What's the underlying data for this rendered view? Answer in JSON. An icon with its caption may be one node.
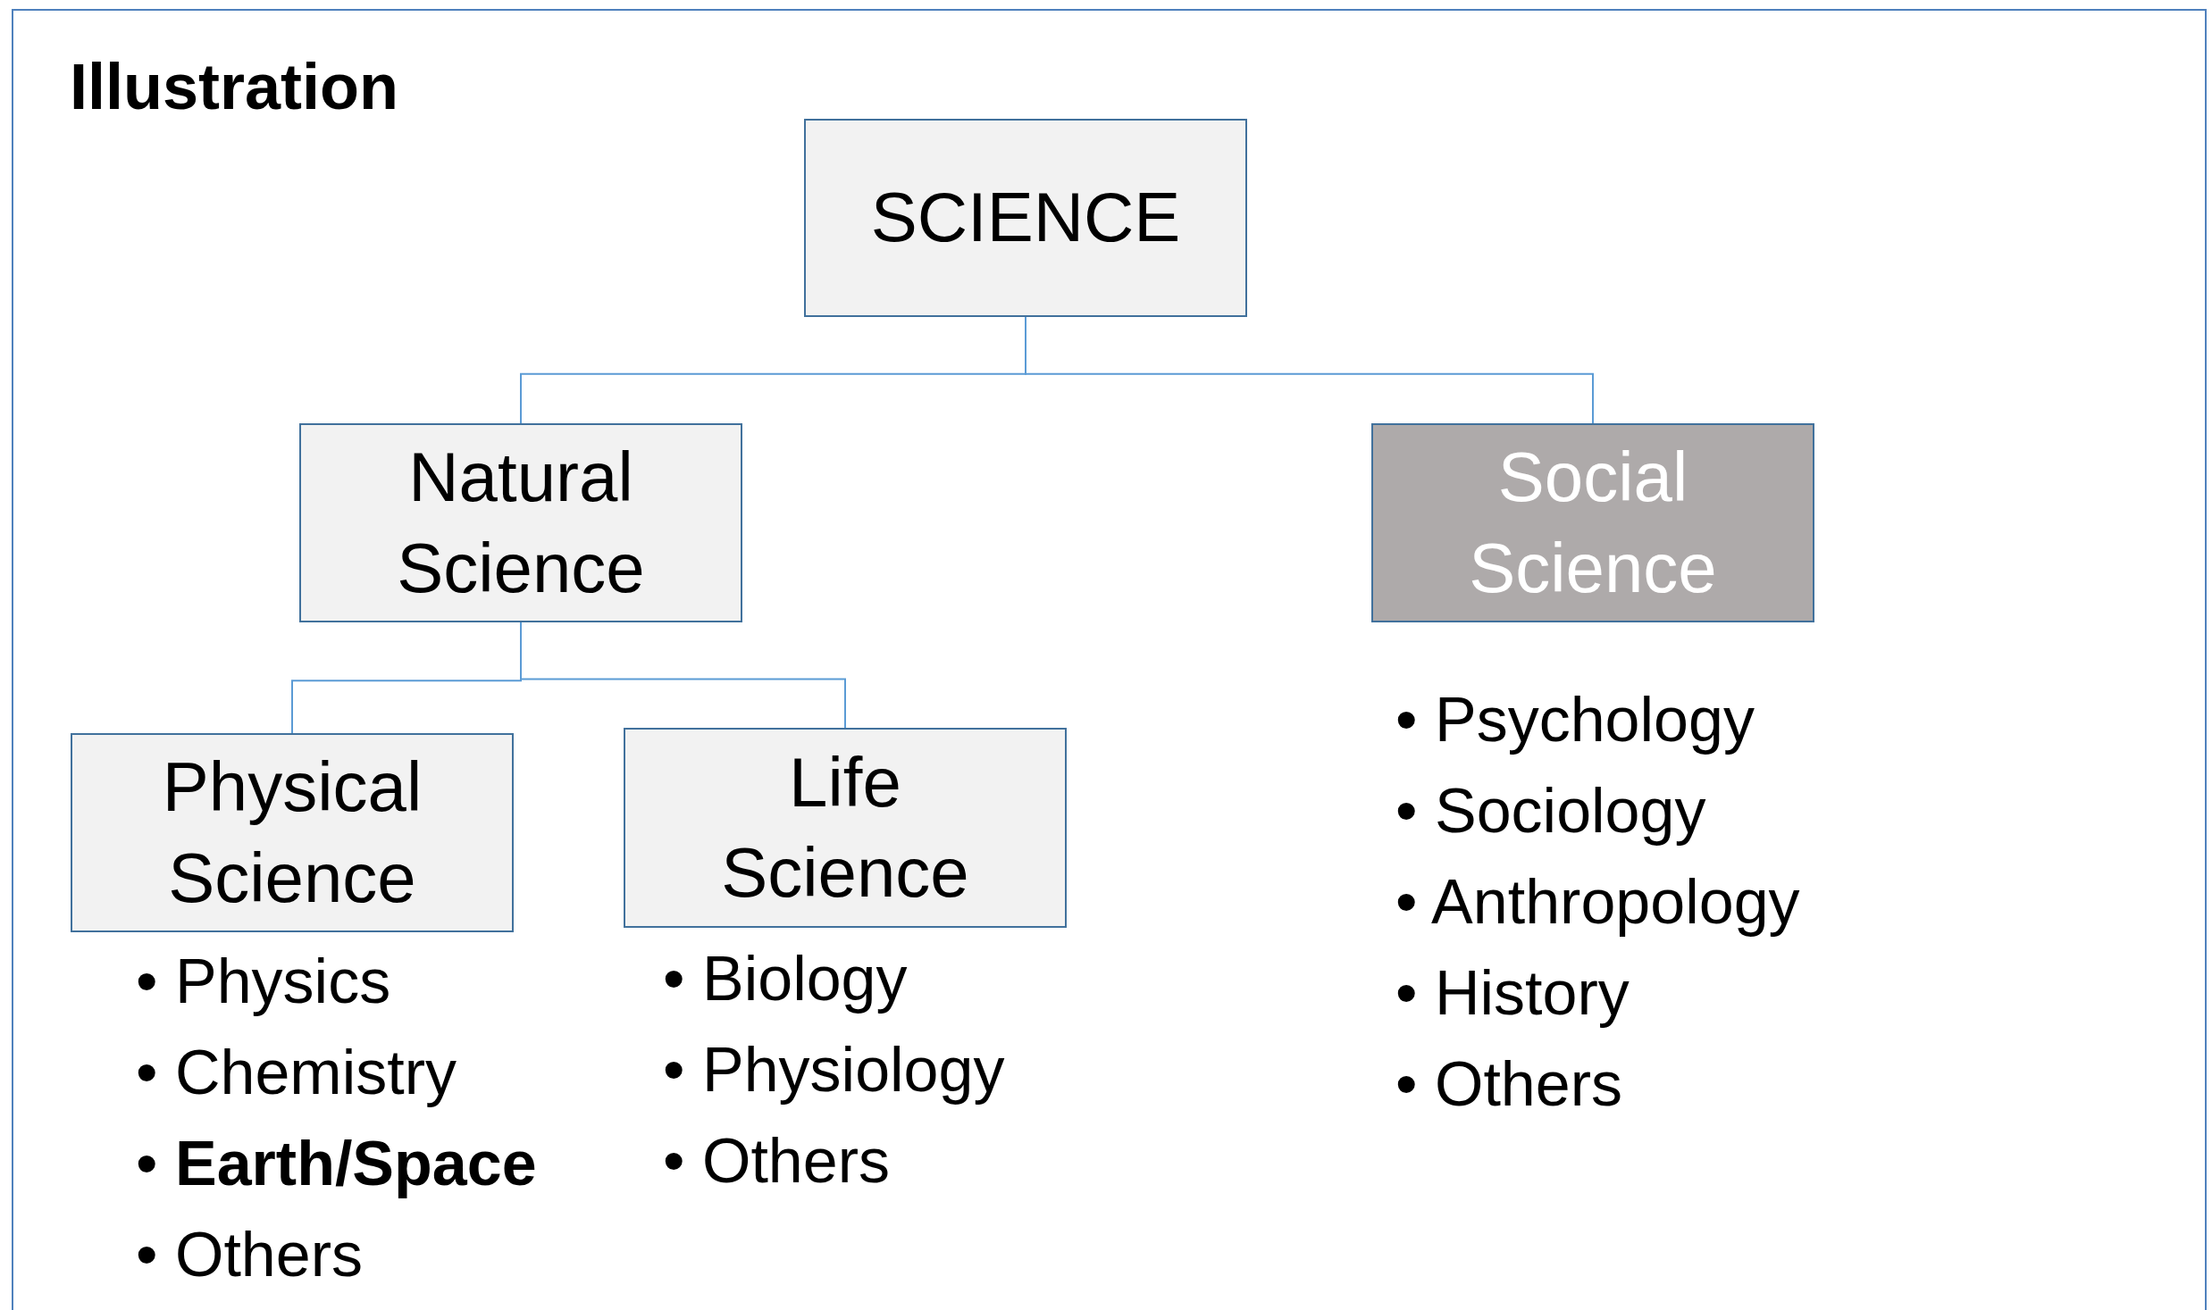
{
  "diagram": {
    "title": "Illustration",
    "nodes": [
      {
        "text": [
          "SCIENCE"
        ]
      },
      {
        "text": [
          "Natural Science"
        ]
      },
      {
        "text": [
          "Social Science"
        ],
        "beside": [
          "• Psychology",
          "• Sociology",
          "• Anthropology",
          "• History",
          "• Others"
        ]
      },
      {
        "text": [
          "Physical Science"
        ],
        "beside": [
          "• Physics",
          "• Chemistry",
          "• **Earth/Space**",
          "• Others"
        ]
      },
      {
        "text": [
          "Life Science"
        ],
        "beside": [
          "• Biology",
          "• Physiology",
          "• Others"
        ]
      }
    ],
    "edges": [
      {
        "from": 0,
        "to": 1,
        "arrow": "none"
      },
      {
        "from": 0,
        "to": 2,
        "arrow": "none"
      },
      {
        "from": 1,
        "to": 3,
        "arrow": "none"
      },
      {
        "from": 1,
        "to": 4,
        "arrow": "none"
      }
    ]
  }
}
